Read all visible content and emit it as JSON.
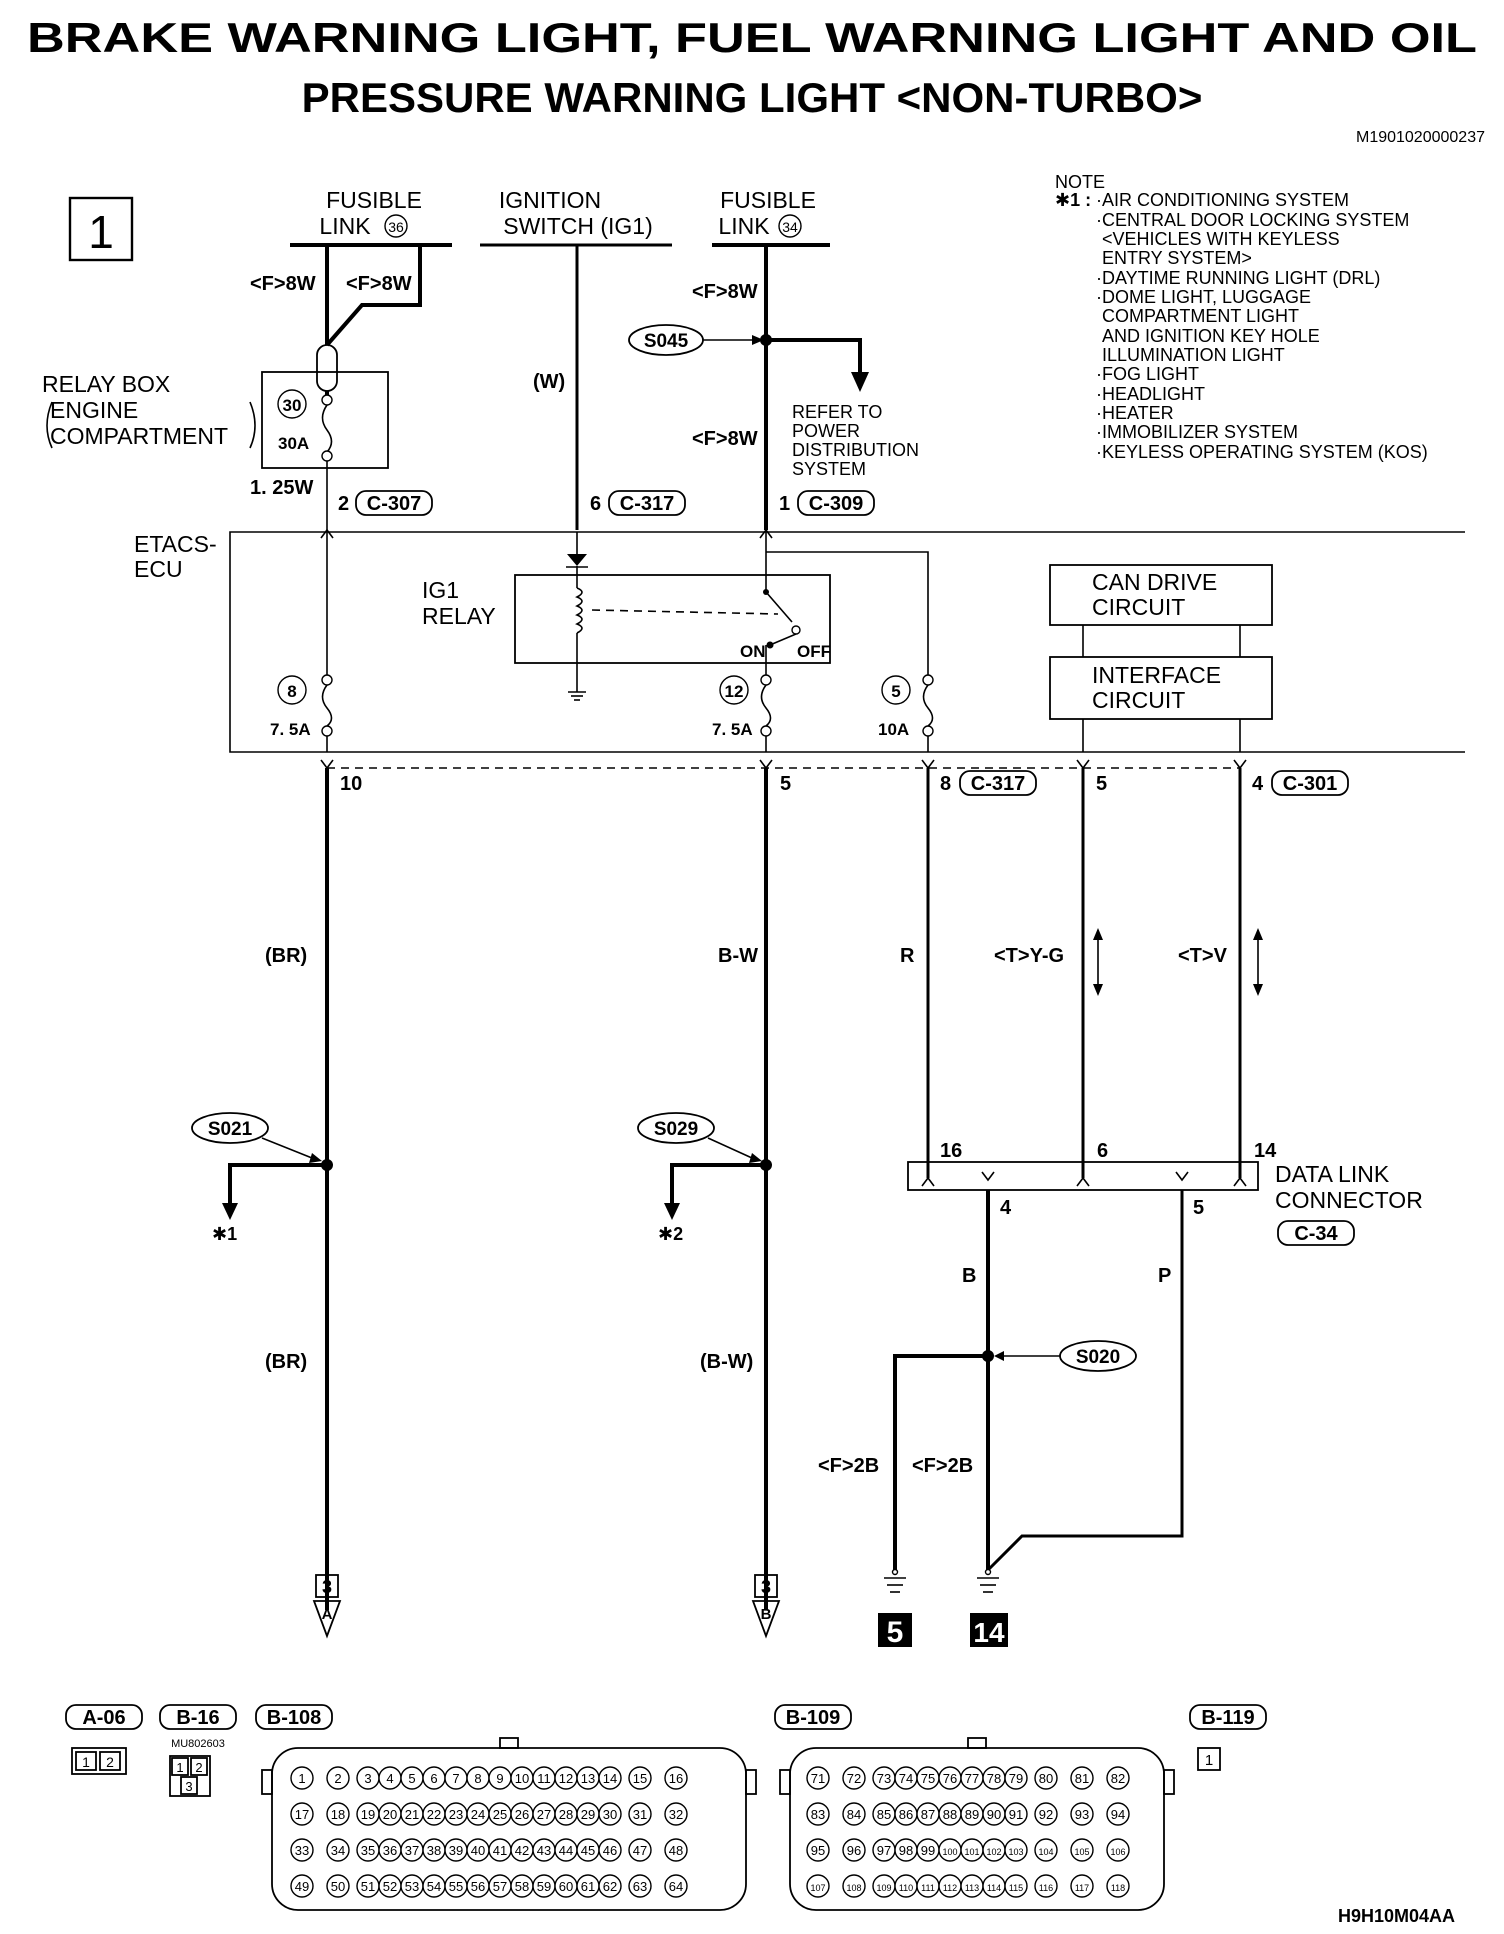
{
  "title": {
    "line1": "BRAKE WARNING LIGHT, FUEL WARNING LIGHT AND OIL",
    "line2": "PRESSURE WARNING LIGHT <NON-TURBO>"
  },
  "doc_id": "M1901020000237",
  "page_number": "1",
  "note": {
    "heading": "NOTE",
    "marker": "✱1 :",
    "lines": [
      "·AIR CONDITIONING SYSTEM",
      "·CENTRAL DOOR LOCKING SYSTEM",
      "<VEHICLES WITH KEYLESS",
      "ENTRY SYSTEM>",
      "·DAYTIME RUNNING LIGHT (DRL)",
      "·DOME LIGHT, LUGGAGE",
      "COMPARTMENT LIGHT",
      "AND IGNITION KEY HOLE",
      "ILLUMINATION LIGHT",
      "·FOG LIGHT",
      "·HEADLIGHT",
      "·HEATER",
      "·IMMOBILIZER SYSTEM",
      "·KEYLESS OPERATING SYSTEM (KOS)"
    ]
  },
  "sources": {
    "fusible_36": {
      "line1": "FUSIBLE",
      "line2": "LINK",
      "num": "36"
    },
    "ignition": {
      "line1": "IGNITION",
      "line2": "SWITCH (IG1)"
    },
    "fusible_34": {
      "line1": "FUSIBLE",
      "line2": "LINK",
      "num": "34"
    }
  },
  "relay_box": {
    "line1": "RELAY BOX",
    "line2": "ENGINE",
    "line3": "COMPARTMENT",
    "fuse_num": "30",
    "fuse_amp": "30A"
  },
  "wires": {
    "f8w_a": "<F>8W",
    "f8w_b": "<F>8W",
    "f8w_c": "<F>8W",
    "f8w_d": "<F>8W",
    "w": "(W)",
    "w125": "1. 25W",
    "br1": "(BR)",
    "br2": "(BR)",
    "bw1": "B-W",
    "bw2": "(B-W)",
    "r": "R",
    "tyg": "<T>Y-G",
    "tv": "<T>V",
    "b": "B",
    "p": "P",
    "f2b_a": "<F>2B",
    "f2b_b": "<F>2B"
  },
  "refer": [
    "REFER TO",
    "POWER",
    "DISTRIBUTION",
    "SYSTEM"
  ],
  "splices": {
    "s045": "S045",
    "s021": "S021",
    "s029": "S029",
    "s020": "S020"
  },
  "connectors": {
    "c307": {
      "pin": "2",
      "name": "C-307"
    },
    "c317_top": {
      "pin": "6",
      "name": "C-317"
    },
    "c309": {
      "pin": "1",
      "name": "C-309"
    },
    "c317_bot": {
      "pin": "8",
      "name": "C-317"
    },
    "c301": {
      "pin": "4",
      "name": "C-301"
    },
    "pin10": "10",
    "pin5a": "5",
    "pin5b": "5"
  },
  "etacs": {
    "line1": "ETACS-",
    "line2": "ECU",
    "ig1_line1": "IG1",
    "ig1_line2": "RELAY",
    "on": "ON",
    "off": "OFF",
    "fuse8": {
      "num": "8",
      "amp": "7. 5A"
    },
    "fuse12": {
      "num": "12",
      "amp": "7. 5A"
    },
    "fuse5": {
      "num": "5",
      "amp": "10A"
    },
    "can_line1": "CAN DRIVE",
    "can_line2": "CIRCUIT",
    "iface_line1": "INTERFACE",
    "iface_line2": "CIRCUIT"
  },
  "dlc": {
    "line1": "DATA LINK",
    "line2": "CONNECTOR",
    "name": "C-34",
    "pin16": "16",
    "pin6": "6",
    "pin14": "14",
    "pin4": "4",
    "pin5": "5"
  },
  "stars": {
    "s1": "✱1",
    "s2": "✱2"
  },
  "refs": {
    "a_page": "3",
    "a_letter": "A",
    "b_page": "3",
    "b_letter": "B"
  },
  "grounds": {
    "g5": "5",
    "g14": "14"
  },
  "bottom": {
    "a06": "A-06",
    "b16": "B-16",
    "b108": "B-108",
    "b109": "B-109",
    "b119": "B-119",
    "mu": "MU802603",
    "a06_pins": [
      "1",
      "2"
    ],
    "b16_pins": [
      "1",
      "2",
      "3"
    ],
    "b119_pin": "1"
  },
  "footer_code": "H9H10M04AA"
}
